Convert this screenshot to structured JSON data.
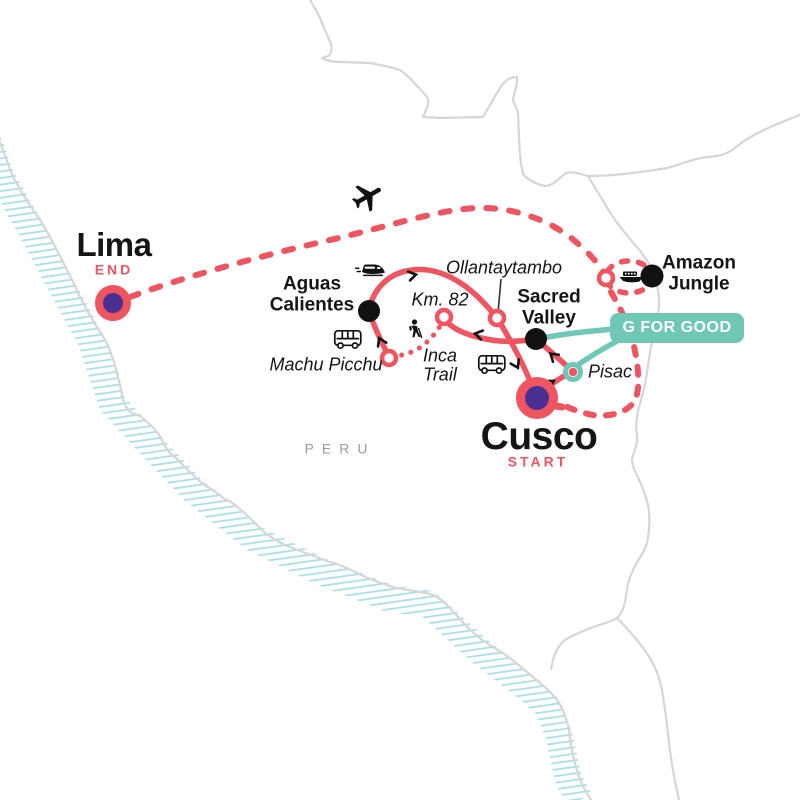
{
  "country_label": "PERU",
  "badge": {
    "label": "G FOR GOOD",
    "color": "#6FC7B5"
  },
  "colors": {
    "route_red": "#EF5561",
    "highlight_teal": "#6FC7B5",
    "terminal_purple": "#4A3090",
    "stop_black": "#111111",
    "border_gray": "#D6D6D6",
    "coast_hatch": "#A8DFE9",
    "country_gray": "#9B9B9B"
  },
  "places": {
    "lima": {
      "name": "Lima",
      "tag": "END",
      "marker": "purple-terminal"
    },
    "cusco": {
      "name": "Cusco",
      "tag": "START",
      "marker": "purple-terminal"
    },
    "aguas_calientes": {
      "name": "Aguas Calientes",
      "marker": "black-dot"
    },
    "machu_picchu": {
      "name": "Machu Picchu",
      "marker": "open-circle"
    },
    "km_82": {
      "name": "Km. 82",
      "marker": "open-circle"
    },
    "inca_trail": {
      "name": "Inca Trail",
      "marker": "dotted-trail"
    },
    "ollantaytambo": {
      "name": "Ollantaytambo",
      "marker": "open-circle"
    },
    "sacred_valley": {
      "name": "Sacred Valley",
      "marker": "black-dot"
    },
    "pisac": {
      "name": "Pisac",
      "marker": "teal-circle"
    },
    "amazon_jungle": {
      "name": "Amazon Jungle",
      "marker": "black-dot"
    }
  },
  "transport": {
    "icons": [
      "plane-icon",
      "train-icon",
      "bus-icon",
      "bus-icon",
      "hiker-icon",
      "boat-icon"
    ]
  }
}
